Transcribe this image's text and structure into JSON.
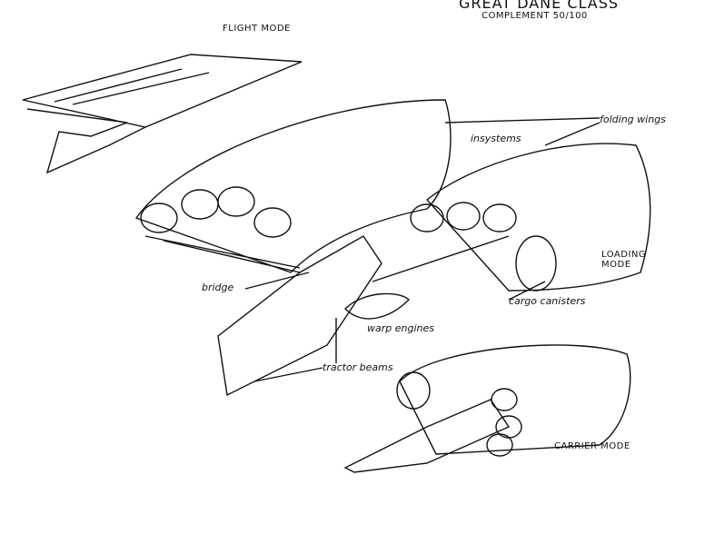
{
  "title": "GREAT DANE CLASS",
  "complement": "COMPLEMENT 50/100",
  "modes": {
    "flight": "FLIGHT MODE",
    "loading": "LOADING MODE",
    "carrier": "CARRIER MODE"
  },
  "labels": {
    "folding_wings": "folding wings",
    "insystems": "insystems",
    "bridge": "bridge",
    "cargo_canisters": "cargo canisters",
    "warp_engines": "warp engines",
    "tractor_beams": "tractor beams"
  }
}
